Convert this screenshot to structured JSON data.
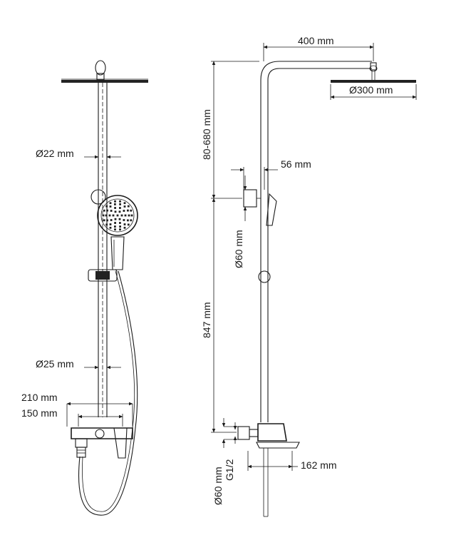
{
  "diagram": {
    "front_view": {
      "labels": {
        "pipe_upper_diameter": "Ø22 mm",
        "pipe_lower_diameter": "Ø25 mm",
        "mixer_width": "210 mm",
        "inlet_spacing": "150 mm"
      }
    },
    "side_view": {
      "labels": {
        "arm_length": "400 mm",
        "head_diameter": "Ø300 mm",
        "height_adjust": "80-680 mm",
        "holder_offset": "56 mm",
        "holder_diameter": "Ø60 mm",
        "riser_height": "847 mm",
        "spout_length": "162 mm",
        "escutcheon_diameter": "Ø60 mm",
        "thread": "G1/2"
      }
    }
  }
}
